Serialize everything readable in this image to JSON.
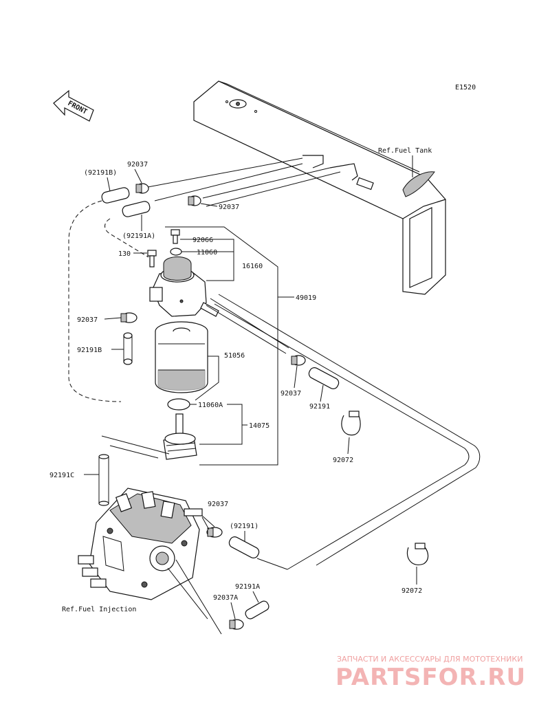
{
  "diagram": {
    "code": "E1520",
    "front_label": "FRONT",
    "refs": {
      "fuel_tank": "Ref.Fuel Tank",
      "fuel_injection": "Ref.Fuel Injection"
    },
    "labels": {
      "p92037_top": "92037",
      "p92191b_top": "(92191B)",
      "p92037_mid": "92037",
      "p92191a_top": "(92191A)",
      "p92066": "92066",
      "p130": "130",
      "p11060": "11060",
      "p16160": "16160",
      "p49019": "49019",
      "p92037_left": "92037",
      "p92191b_left": "92191B",
      "p51056": "51056",
      "p92037_right": "92037",
      "p92191_right": "92191",
      "p11060a": "11060A",
      "p14075": "14075",
      "p92072_top": "92072",
      "p92191c": "92191C",
      "p92037_lower": "92037",
      "p92191_paren": "(92191)",
      "p92072_bottom": "92072",
      "p92191a_bottom": "92191A",
      "p92037a": "92037A"
    }
  },
  "watermark": {
    "tagline": "ЗАПЧАСТИ И АКСЕССУАРЫ ДЛЯ МОТОТЕХНИКИ",
    "brand": "PARTSFOR.RU",
    "brand_color": "#f3b4b4"
  }
}
